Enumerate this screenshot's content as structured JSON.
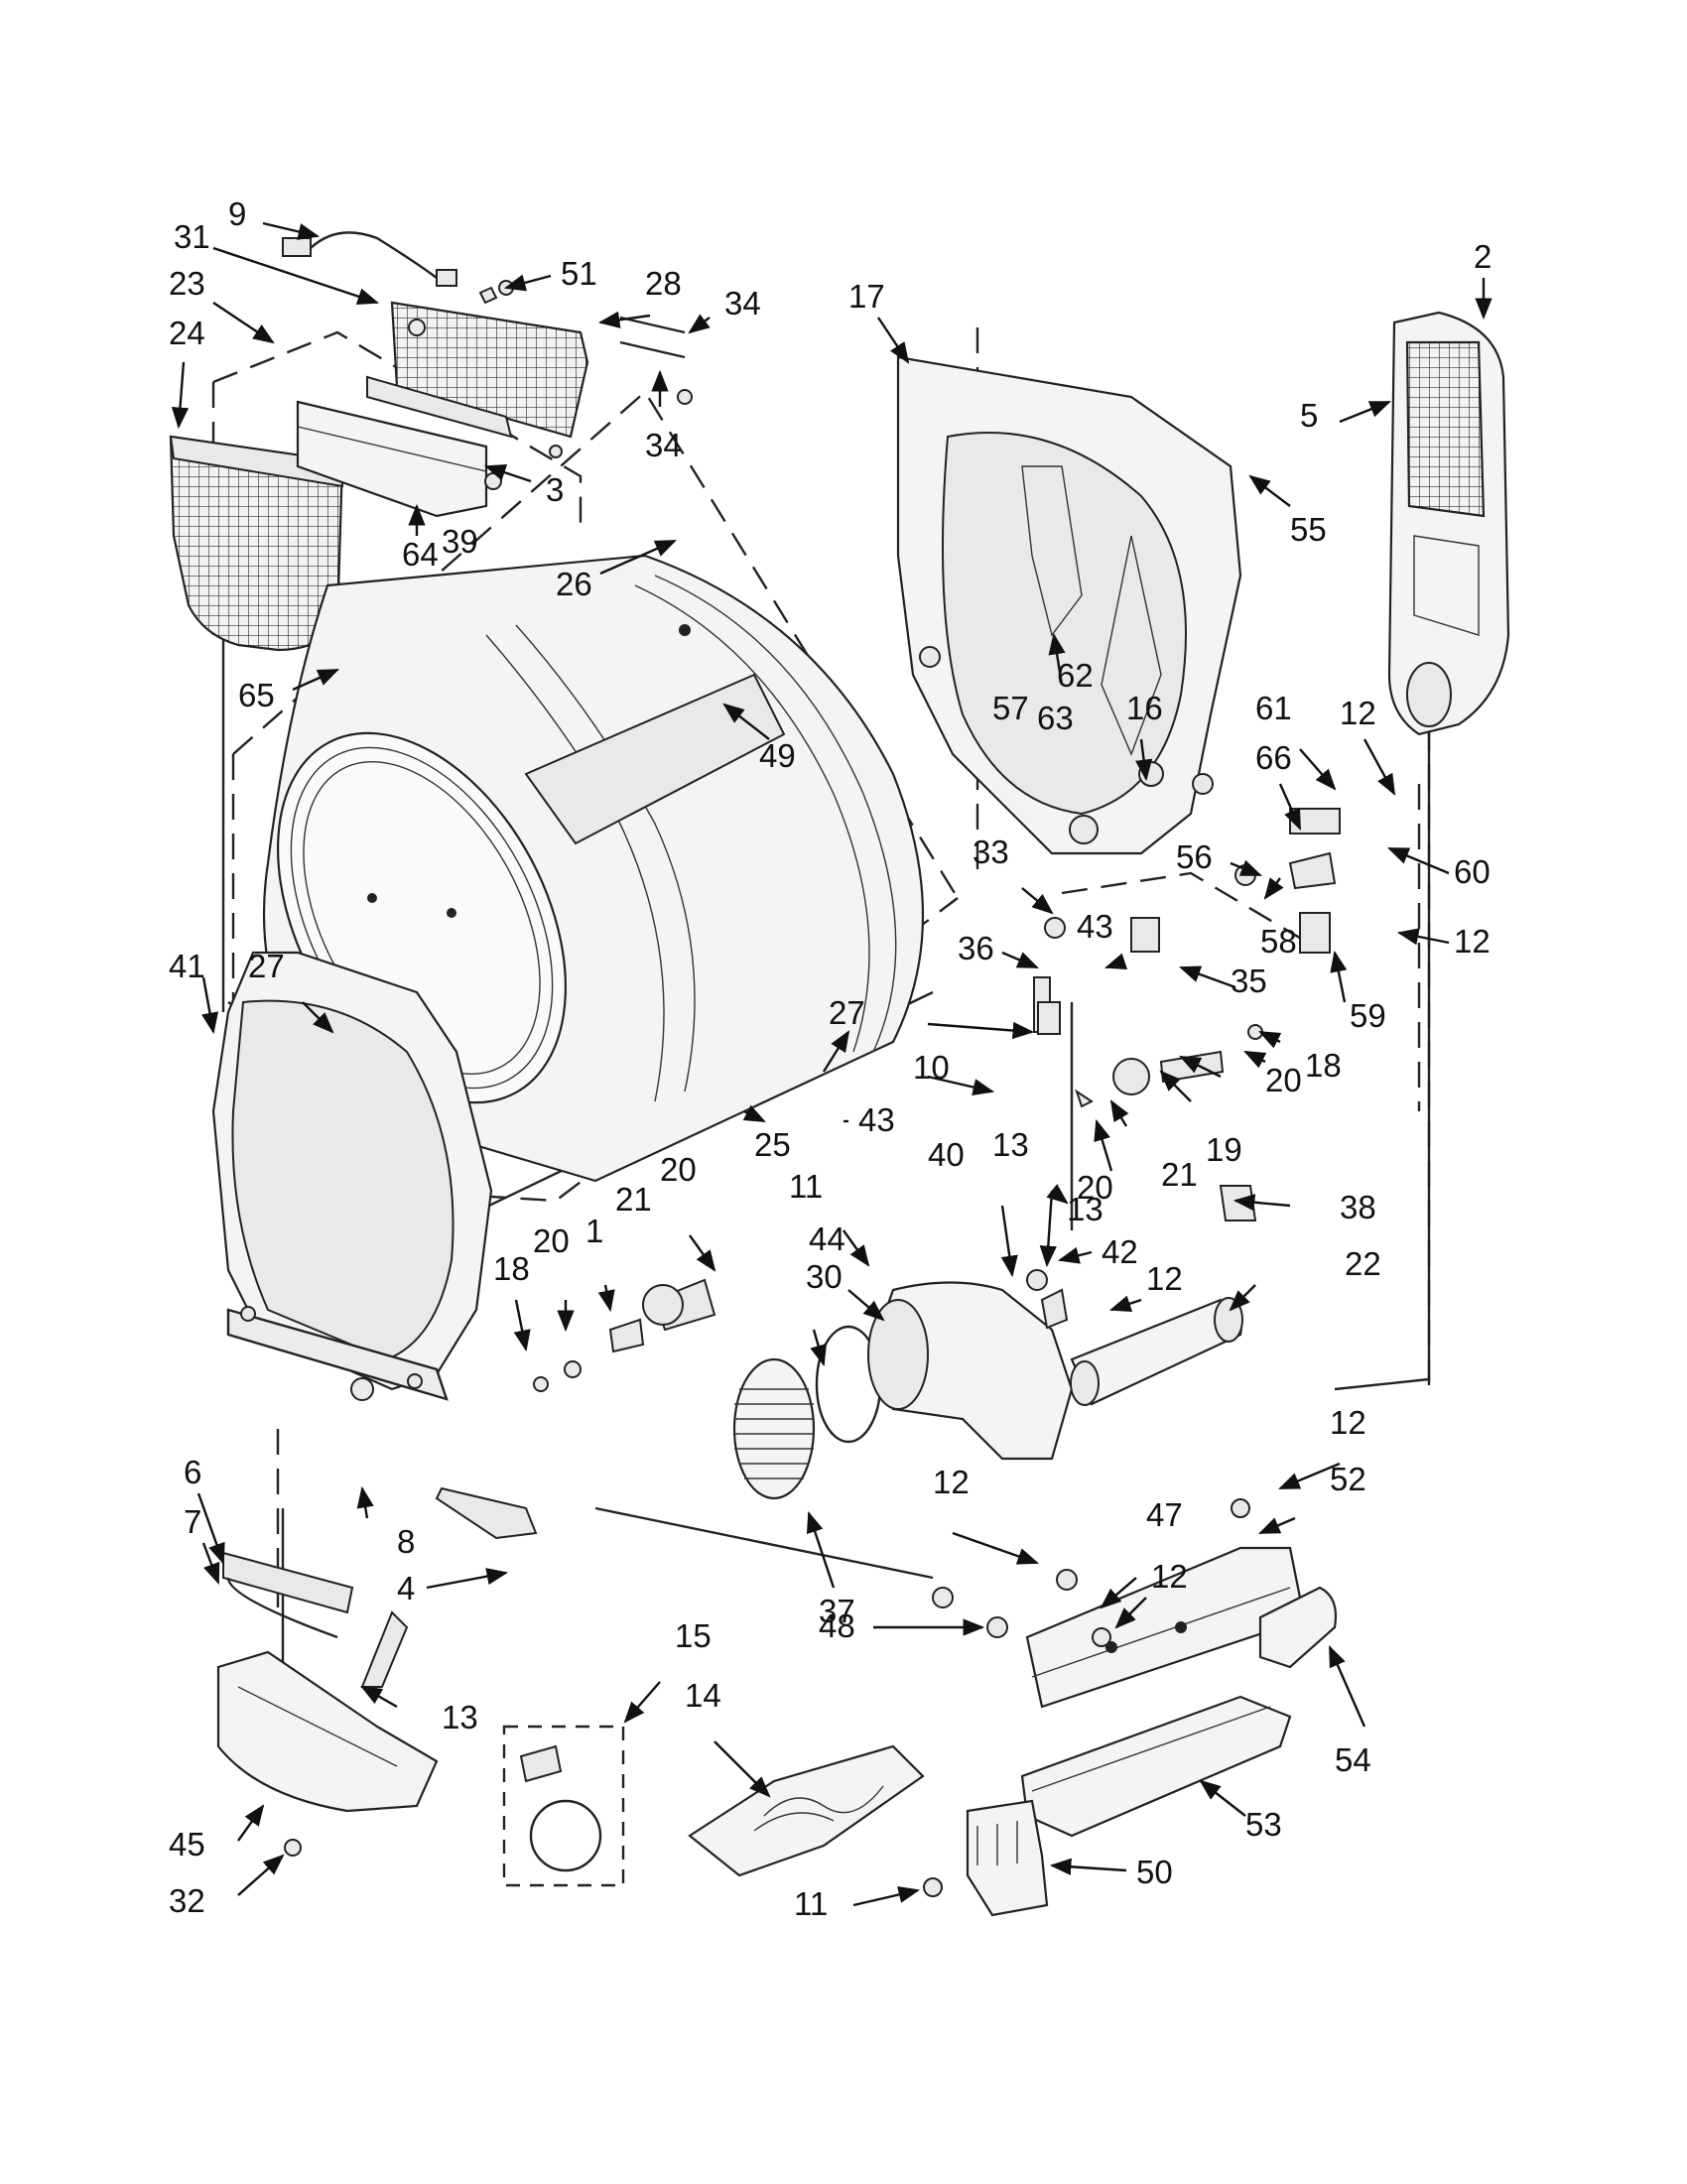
{
  "diagram": {
    "callouts": [
      {
        "id": "c9",
        "text": "9"
      },
      {
        "id": "c31",
        "text": "31"
      },
      {
        "id": "c23",
        "text": "23"
      },
      {
        "id": "c24",
        "text": "24"
      },
      {
        "id": "c51",
        "text": "51"
      },
      {
        "id": "c28",
        "text": "28"
      },
      {
        "id": "c34a",
        "text": "34"
      },
      {
        "id": "c34b",
        "text": "34"
      },
      {
        "id": "c3",
        "text": "3"
      },
      {
        "id": "c39",
        "text": "39"
      },
      {
        "id": "c64",
        "text": "64"
      },
      {
        "id": "c26",
        "text": "26"
      },
      {
        "id": "c65",
        "text": "65"
      },
      {
        "id": "c49",
        "text": "49"
      },
      {
        "id": "c17",
        "text": "17"
      },
      {
        "id": "c2",
        "text": "2"
      },
      {
        "id": "c5",
        "text": "5"
      },
      {
        "id": "c55",
        "text": "55"
      },
      {
        "id": "c62",
        "text": "62"
      },
      {
        "id": "c57",
        "text": "57"
      },
      {
        "id": "c63",
        "text": "63"
      },
      {
        "id": "c16",
        "text": "16"
      },
      {
        "id": "c61",
        "text": "61"
      },
      {
        "id": "c12a",
        "text": "12"
      },
      {
        "id": "c66",
        "text": "66"
      },
      {
        "id": "c56",
        "text": "56"
      },
      {
        "id": "c60",
        "text": "60"
      },
      {
        "id": "c33",
        "text": "33"
      },
      {
        "id": "c43a",
        "text": "43"
      },
      {
        "id": "c58",
        "text": "58"
      },
      {
        "id": "c12b",
        "text": "12"
      },
      {
        "id": "c36",
        "text": "36"
      },
      {
        "id": "c35",
        "text": "35"
      },
      {
        "id": "c59",
        "text": "59"
      },
      {
        "id": "c41",
        "text": "41"
      },
      {
        "id": "c27a",
        "text": "27"
      },
      {
        "id": "c27b",
        "text": "27"
      },
      {
        "id": "c10",
        "text": "10"
      },
      {
        "id": "c43b",
        "text": "43"
      },
      {
        "id": "c18a",
        "text": "18"
      },
      {
        "id": "c20a",
        "text": "20"
      },
      {
        "id": "c19",
        "text": "19"
      },
      {
        "id": "c21a",
        "text": "21"
      },
      {
        "id": "c20b",
        "text": "20"
      },
      {
        "id": "c25",
        "text": "25"
      },
      {
        "id": "c20c",
        "text": "20"
      },
      {
        "id": "c21b",
        "text": "21"
      },
      {
        "id": "c1",
        "text": "1"
      },
      {
        "id": "c18b",
        "text": "18"
      },
      {
        "id": "c20d",
        "text": "20"
      },
      {
        "id": "c11a",
        "text": "11"
      },
      {
        "id": "c40",
        "text": "40"
      },
      {
        "id": "c13a",
        "text": "13"
      },
      {
        "id": "c13b",
        "text": "13"
      },
      {
        "id": "c38",
        "text": "38"
      },
      {
        "id": "c44",
        "text": "44"
      },
      {
        "id": "c30",
        "text": "30"
      },
      {
        "id": "c42",
        "text": "42"
      },
      {
        "id": "c12c",
        "text": "12"
      },
      {
        "id": "c22",
        "text": "22"
      },
      {
        "id": "c6",
        "text": "6"
      },
      {
        "id": "c7",
        "text": "7"
      },
      {
        "id": "c8",
        "text": "8"
      },
      {
        "id": "c4",
        "text": "4"
      },
      {
        "id": "c37",
        "text": "37"
      },
      {
        "id": "c12d",
        "text": "12"
      },
      {
        "id": "c12e",
        "text": "12"
      },
      {
        "id": "c52",
        "text": "52"
      },
      {
        "id": "c47",
        "text": "47"
      },
      {
        "id": "c12f",
        "text": "12"
      },
      {
        "id": "c48",
        "text": "48"
      },
      {
        "id": "c13c",
        "text": "13"
      },
      {
        "id": "c15",
        "text": "15"
      },
      {
        "id": "c14",
        "text": "14"
      },
      {
        "id": "c54",
        "text": "54"
      },
      {
        "id": "c45",
        "text": "45"
      },
      {
        "id": "c32",
        "text": "32"
      },
      {
        "id": "c53",
        "text": "53"
      },
      {
        "id": "c11b",
        "text": "11"
      },
      {
        "id": "c50",
        "text": "50"
      }
    ]
  }
}
